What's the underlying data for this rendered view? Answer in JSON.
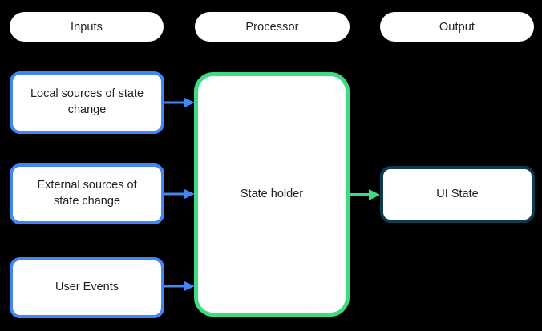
{
  "diagram": {
    "columns": [
      {
        "id": "inputs",
        "label": "Inputs"
      },
      {
        "id": "processor",
        "label": "Processor"
      },
      {
        "id": "output",
        "label": "Output"
      }
    ],
    "nodes": {
      "local_sources": {
        "label": "Local sources of state change"
      },
      "external_sources": {
        "label": "External sources of state change"
      },
      "user_events": {
        "label": "User Events"
      },
      "state_holder": {
        "label": "State holder"
      },
      "ui_state": {
        "label": "UI State"
      }
    },
    "edges": [
      {
        "from": "local_sources",
        "to": "state_holder",
        "color": "blue"
      },
      {
        "from": "external_sources",
        "to": "state_holder",
        "color": "blue"
      },
      {
        "from": "user_events",
        "to": "state_holder",
        "color": "blue"
      },
      {
        "from": "state_holder",
        "to": "ui_state",
        "color": "green"
      }
    ],
    "colors": {
      "background": "#000000",
      "node_fill": "#FFFFFF",
      "text": "#202124",
      "input_border": "#4285F4",
      "processor_border": "#3DDC84",
      "output_border": "#0D3A4C",
      "arrow_blue": "#4285F4",
      "arrow_green": "#3DDC84"
    }
  }
}
